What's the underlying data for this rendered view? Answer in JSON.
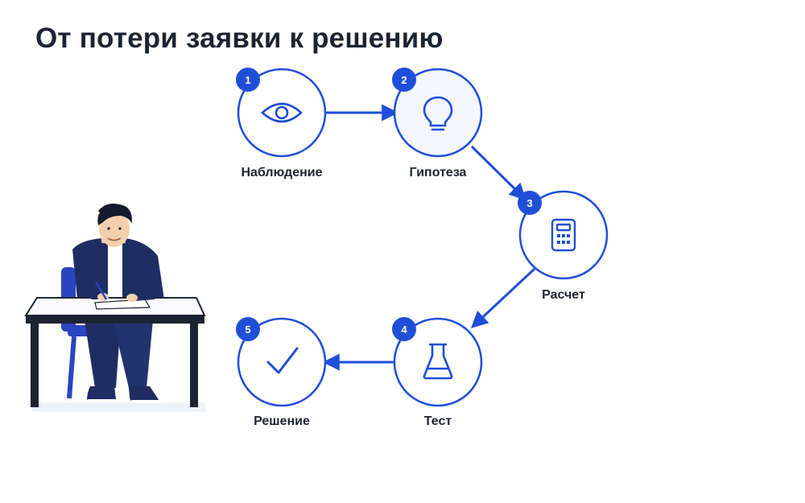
{
  "title": "От потери заявки к решению",
  "colors": {
    "accent": "#1f4fd8",
    "text": "#1c2433",
    "node_fill": "#f4f7fd",
    "jacket": "#1e2e63",
    "chair": "#2a45c0"
  },
  "steps": [
    {
      "number": "1",
      "label": "Наблюдение",
      "icon": "eye-icon"
    },
    {
      "number": "2",
      "label": "Гипотеза",
      "icon": "lightbulb-icon"
    },
    {
      "number": "3",
      "label": "Расчет",
      "icon": "calculator-icon"
    },
    {
      "number": "4",
      "label": "Тест",
      "icon": "flask-icon"
    },
    {
      "number": "5",
      "label": "Решение",
      "icon": "checkmark-icon"
    }
  ],
  "flow": [
    "1→2",
    "2→3",
    "3→4",
    "4→5"
  ],
  "illustration": "person-writing-at-desk"
}
